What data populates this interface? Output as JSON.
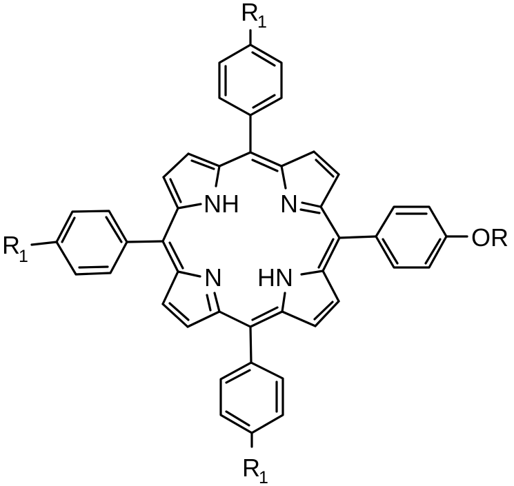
{
  "figure": {
    "type": "chemical-structure",
    "compound_class": "meso-tetraphenylporphyrin (free base)",
    "colors": {
      "line": "#000000",
      "background": "#ffffff"
    }
  },
  "core": {
    "nh_top_left": "NH",
    "n_top_right": "N",
    "n_bottom_left": "N",
    "hn_bottom_right": "HN"
  },
  "substituents": {
    "top": {
      "base": "R",
      "sub": "1"
    },
    "left": {
      "base": "R",
      "sub": "1"
    },
    "bottom": {
      "base": "R",
      "sub": "1"
    },
    "right": {
      "text": "OR"
    }
  }
}
